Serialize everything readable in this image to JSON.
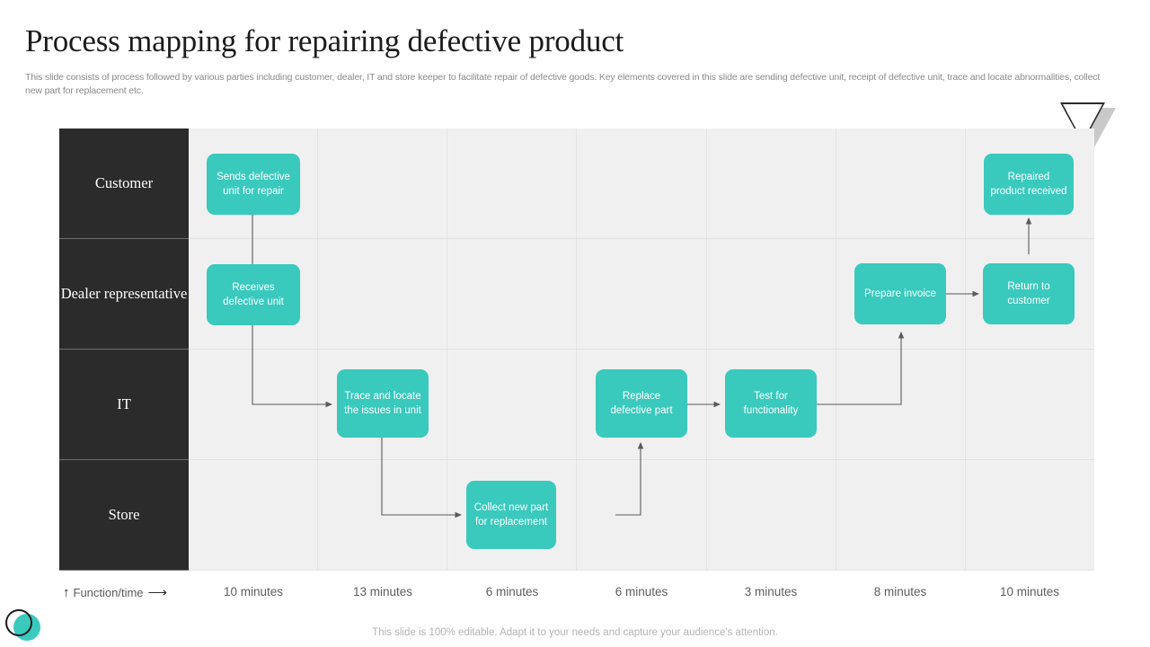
{
  "header": {
    "title": "Process mapping for repairing defective product",
    "subtitle": "This slide consists of process followed by various parties including customer, dealer, IT and store keeper to facilitate repair of defective goods. Key elements covered in this slide are sending defective unit, receipt of defective unit, trace and locate abnormalities, collect new part for replacement etc."
  },
  "colors": {
    "accent": "#3ac9bd",
    "lane_label_bg": "#2b2b2b",
    "track_bg": "#f0f0f0",
    "grid_line": "#e4e4e4",
    "connector": "#5a5a5a",
    "title_text": "#1c1c1c",
    "muted_text": "#8b8b8b"
  },
  "chart_data": {
    "type": "diagram",
    "title": "Process mapping for repairing defective product",
    "lanes": [
      "Customer",
      "Dealer representative",
      "IT",
      "Store"
    ],
    "columns": [
      "10 minutes",
      "13 minutes",
      "6 minutes",
      "6 minutes",
      "3 minutes",
      "8 minutes",
      "10 minutes"
    ],
    "nodes": [
      {
        "id": "n1",
        "label": "Sends defective unit for repair",
        "lane": "Customer",
        "column": 1
      },
      {
        "id": "n2",
        "label": "Repaired product received",
        "lane": "Customer",
        "column": 7
      },
      {
        "id": "n3",
        "label": "Receives defective unit",
        "lane": "Dealer representative",
        "column": 1
      },
      {
        "id": "n4",
        "label": "Prepare invoice",
        "lane": "Dealer representative",
        "column": 6
      },
      {
        "id": "n5",
        "label": "Return to customer",
        "lane": "Dealer representative",
        "column": 7
      },
      {
        "id": "n6",
        "label": "Trace and locate the issues in unit",
        "lane": "IT",
        "column": 2
      },
      {
        "id": "n7",
        "label": "Replace defective part",
        "lane": "IT",
        "column": 4
      },
      {
        "id": "n8",
        "label": "Test for functionality",
        "lane": "IT",
        "column": 5
      },
      {
        "id": "n9",
        "label": "Collect new part for replacement",
        "lane": "Store",
        "column": 3
      }
    ],
    "edges": [
      {
        "from": "n1",
        "to": "n3"
      },
      {
        "from": "n3",
        "to": "n6"
      },
      {
        "from": "n6",
        "to": "n9"
      },
      {
        "from": "n9",
        "to": "n7"
      },
      {
        "from": "n7",
        "to": "n8"
      },
      {
        "from": "n8",
        "to": "n4"
      },
      {
        "from": "n4",
        "to": "n5"
      },
      {
        "from": "n5",
        "to": "n2"
      }
    ]
  },
  "axis": {
    "legend_label": "Function/time",
    "up_arrow": "↑",
    "right_arrow": "⟶"
  },
  "footer": {
    "note": "This slide is 100% editable. Adapt it to your needs and capture your audience's attention."
  },
  "nodes": {
    "n1": "Sends defective unit for repair",
    "n2": "Repaired product received",
    "n3": "Receives defective unit",
    "n4": "Prepare invoice",
    "n5": "Return to customer",
    "n6": "Trace and locate the issues in unit",
    "n7": "Replace defective part",
    "n8": "Test for functionality",
    "n9": "Collect new part for replacement"
  },
  "lanes": {
    "l1": "Customer",
    "l2": "Dealer representative",
    "l3": "IT",
    "l4": "Store"
  },
  "ticks": {
    "t1": "10 minutes",
    "t2": "13 minutes",
    "t3": "6 minutes",
    "t4": "6 minutes",
    "t5": "3 minutes",
    "t6": "8 minutes",
    "t7": "10 minutes"
  }
}
